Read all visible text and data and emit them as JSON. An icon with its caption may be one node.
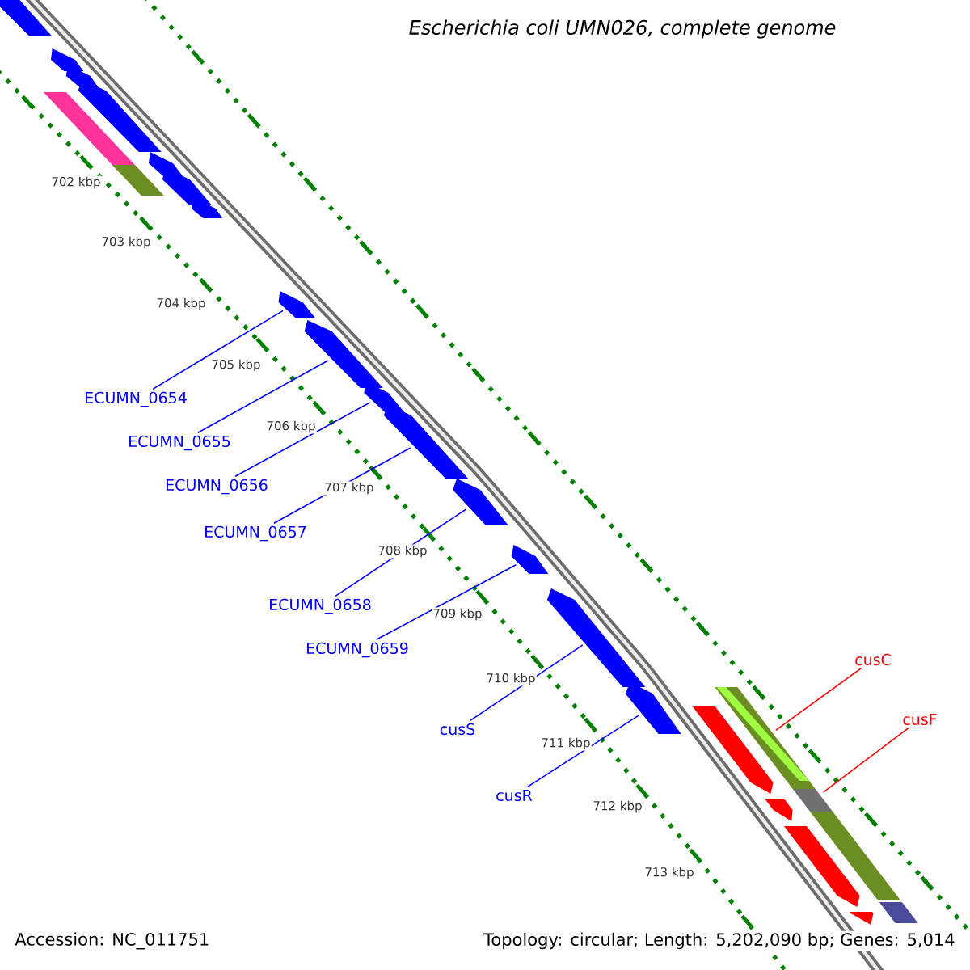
{
  "diagram": {
    "title": "Escherichia coli UMN026, complete genome",
    "nodes": [
      {
        "text": [
          "ECUMN_0654"
        ]
      },
      {
        "text": [
          "ECUMN_0655"
        ]
      },
      {
        "text": [
          "ECUMN_0656"
        ]
      },
      {
        "text": [
          "ECUMN_0657"
        ]
      },
      {
        "text": [
          "ECUMN_0658"
        ]
      },
      {
        "text": [
          "ECUMN_0659"
        ]
      },
      {
        "text": [
          "cusS"
        ]
      },
      {
        "text": [
          "cusR"
        ]
      },
      {
        "text": [
          "cusC"
        ]
      },
      {
        "text": [
          "cusF"
        ]
      },
      {
        "text": [],
        "shape": "arrow"
      },
      {
        "text": [],
        "shape": "arrow"
      },
      {
        "text": [],
        "shape": "arrow"
      },
      {
        "text": [],
        "shape": "arrow"
      },
      {
        "text": [],
        "shape": "box"
      },
      {
        "text": [],
        "shape": "arrow"
      },
      {
        "text": [],
        "shape": "box"
      },
      {
        "text": [],
        "shape": "arrow"
      },
      {
        "text": [],
        "shape": "arrow"
      },
      {
        "text": [],
        "shape": "arrow"
      },
      {
        "text": [],
        "shape": "arrow"
      },
      {
        "text": [],
        "shape": "arrow"
      },
      {
        "text": [],
        "shape": "arrow"
      },
      {
        "text": [],
        "shape": "arrow"
      },
      {
        "text": [],
        "shape": "arrow"
      },
      {
        "text": [],
        "shape": "arrow"
      },
      {
        "text": [],
        "shape": "arrow"
      },
      {
        "text": [],
        "shape": "box"
      },
      {
        "text": [],
        "shape": "arrow"
      },
      {
        "text": [],
        "shape": "box"
      },
      {
        "text": [],
        "shape": "arrow"
      },
      {
        "text": [],
        "shape": "box"
      },
      {
        "text": [],
        "shape": "arrow"
      },
      {
        "text": [],
        "shape": "box"
      },
      {
        "text": [],
        "shape": "arrow"
      }
    ],
    "edges": [
      {
        "from": 0,
        "to": 19,
        "arrow": "none"
      },
      {
        "from": 1,
        "to": 20,
        "arrow": "none"
      },
      {
        "from": 2,
        "to": 21,
        "arrow": "none"
      },
      {
        "from": 3,
        "to": 22,
        "arrow": "none"
      },
      {
        "from": 4,
        "to": 23,
        "arrow": "none"
      },
      {
        "from": 5,
        "to": 24,
        "arrow": "none"
      },
      {
        "from": 6,
        "to": 25,
        "arrow": "none"
      },
      {
        "from": 7,
        "to": 26,
        "arrow": "none"
      },
      {
        "from": 8,
        "to": 27,
        "arrow": "none",
        "color": "#ff0000"
      },
      {
        "from": 9,
        "to": 29,
        "arrow": "none",
        "color": "#ff0000"
      }
    ],
    "labels": [
      "702 kbp",
      "703 kbp",
      "704 kbp",
      "705 kbp",
      "706 kbp",
      "707 kbp",
      "708 kbp",
      "709 kbp",
      "710 kbp",
      "711 kbp",
      "712 kbp",
      "713 kbp",
      "Accession: NC_011751",
      "Topology: circular; Length: 5,202,090 bp; Genes: 5,014"
    ]
  }
}
